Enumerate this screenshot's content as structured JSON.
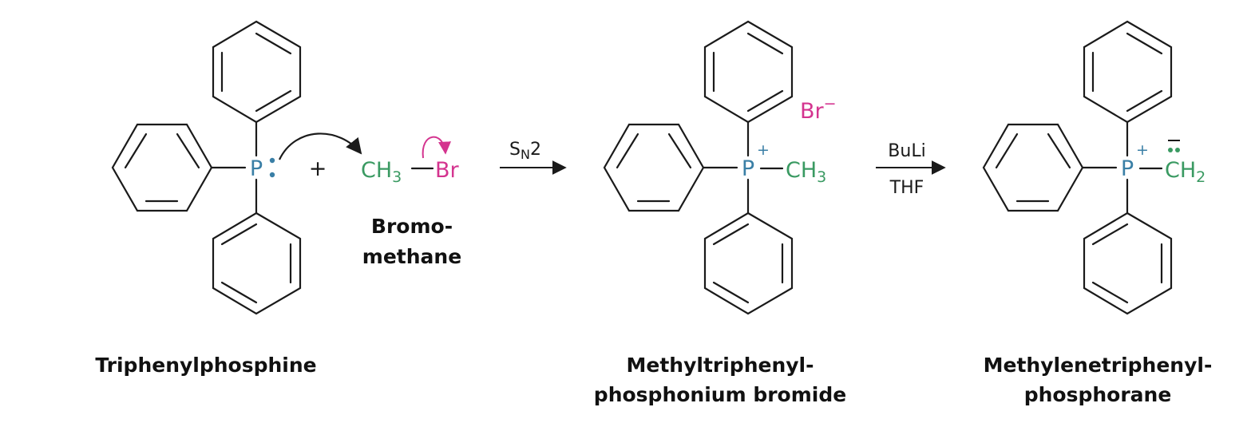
{
  "colors": {
    "phosphorus": "#3a7fa6",
    "carbon": "#3a9a62",
    "bromine": "#d4348f",
    "bond": "#1a1a1a",
    "text": "#111111"
  },
  "atoms": {
    "phosphorus": "P",
    "methyl_c": "CH",
    "methyl_sub": "3",
    "methylene_c": "CH",
    "methylene_sub": "2",
    "bromine": "Br",
    "plus_charge": "+",
    "minus_charge": "−",
    "plus_sign": "+"
  },
  "reagents": {
    "step1_s": "S",
    "step1_n": "N",
    "step1_2": "2",
    "step2_top": "BuLi",
    "step2_bottom": "THF"
  },
  "labels": {
    "triphenylphosphine": "Triphenylphosphine",
    "bromomethane_1": "Bromo-",
    "bromomethane_2": "methane",
    "phosphonium_1": "Methyltriphenyl-",
    "phosphonium_2": "phosphonium bromide",
    "phosphorane_1": "Methylenetriphenyl-",
    "phosphorane_2": "phosphorane"
  }
}
